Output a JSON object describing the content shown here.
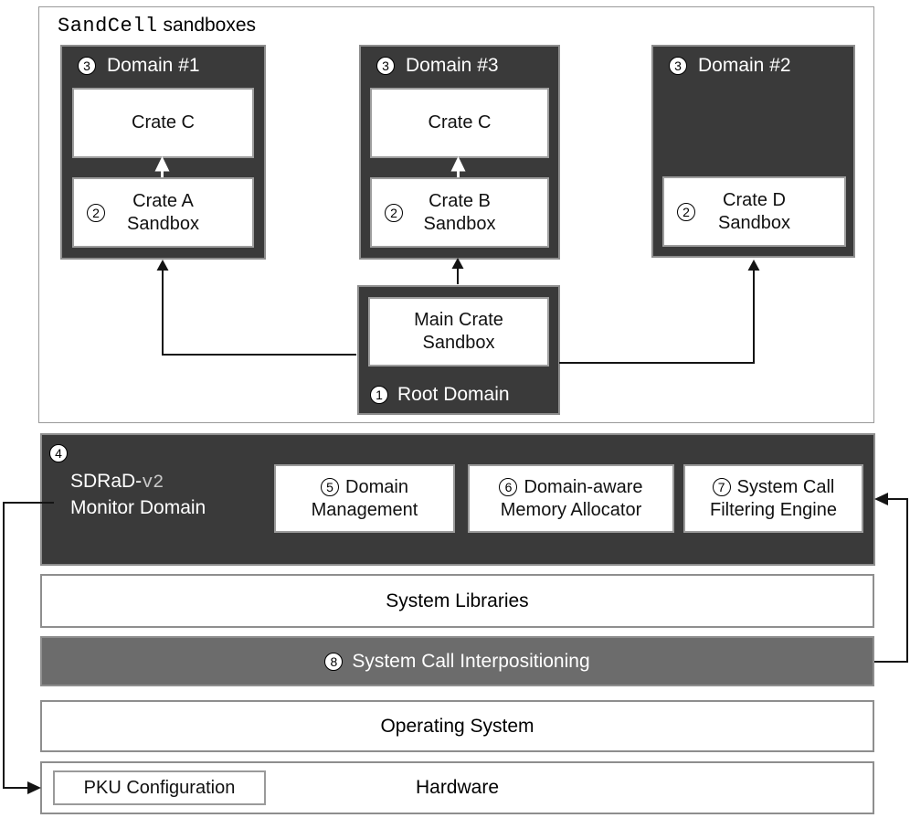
{
  "title": {
    "brand": "SandCell",
    "suffix": "sandboxes"
  },
  "domains": {
    "d1": {
      "badge": "3",
      "label": "Domain #1",
      "crate_top": "Crate C",
      "crate_badge": "2",
      "crate_line1": "Crate A",
      "crate_line2": "Sandbox"
    },
    "d3": {
      "badge": "3",
      "label": "Domain #3",
      "crate_top": "Crate C",
      "crate_badge": "2",
      "crate_line1": "Crate B",
      "crate_line2": "Sandbox"
    },
    "d2": {
      "badge": "3",
      "label": "Domain #2",
      "crate_badge": "2",
      "crate_line1": "Crate D",
      "crate_line2": "Sandbox"
    }
  },
  "root_domain": {
    "badge": "1",
    "label": "Root Domain",
    "crate_line1": "Main Crate",
    "crate_line2": "Sandbox"
  },
  "monitor": {
    "badge": "4",
    "name_prefix": "SDRaD-",
    "name_version": "v2",
    "name_line2": "Monitor Domain",
    "modules": {
      "m5": {
        "badge": "5",
        "line1": "Domain",
        "line2": "Management"
      },
      "m6": {
        "badge": "6",
        "line1": "Domain-aware",
        "line2": "Memory Allocator"
      },
      "m7": {
        "badge": "7",
        "line1": "System Call",
        "line2": "Filtering Engine"
      }
    }
  },
  "layers": {
    "system_libraries": "System Libraries",
    "interpositioning": {
      "badge": "8",
      "label": "System Call Interpositioning"
    },
    "operating_system": "Operating System",
    "hardware": {
      "label": "Hardware",
      "pku": "PKU Configuration"
    }
  },
  "colors": {
    "dark": "#3a3a3a",
    "mid": "#6c6c6c",
    "border": "#8e8e8e",
    "line": "#141414",
    "white": "#ffffff"
  }
}
